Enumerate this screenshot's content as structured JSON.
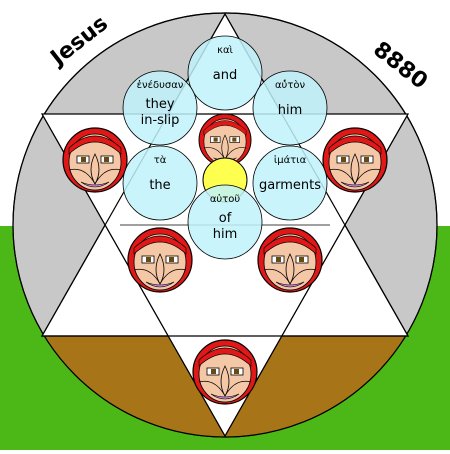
{
  "corner_left": "Jesus",
  "corner_right": "8880",
  "colors": {
    "ground_top": "#ffffff",
    "ground_bottom": "#4cb818",
    "disc": "#c8c8c8",
    "lower_band": "#a87418",
    "star": "#ffffff",
    "bubble": "#bff2fa",
    "center_glow": "#ffff50",
    "face_red": "#e01818",
    "face_skin": "#f4c7a6",
    "face_lip": "#d28ae6"
  },
  "words": [
    {
      "greek": "καὶ",
      "english": [
        "and"
      ]
    },
    {
      "greek": "αὐ̓τὸν",
      "english": [
        "him"
      ]
    },
    {
      "greek": "ἱμάτια",
      "english": [
        "garments"
      ]
    },
    {
      "greek": "αὐτοῦ",
      "english": [
        "of",
        "him"
      ]
    },
    {
      "greek": "τὰ",
      "english": [
        "the"
      ]
    },
    {
      "greek": "ἐνέδυσαν",
      "english": [
        "they",
        "in-slip"
      ]
    }
  ],
  "icons": [
    "face-medallion-center",
    "face-medallion-upper-left",
    "face-medallion-upper-right",
    "face-medallion-lower-left",
    "face-medallion-lower-right",
    "face-medallion-bottom"
  ]
}
